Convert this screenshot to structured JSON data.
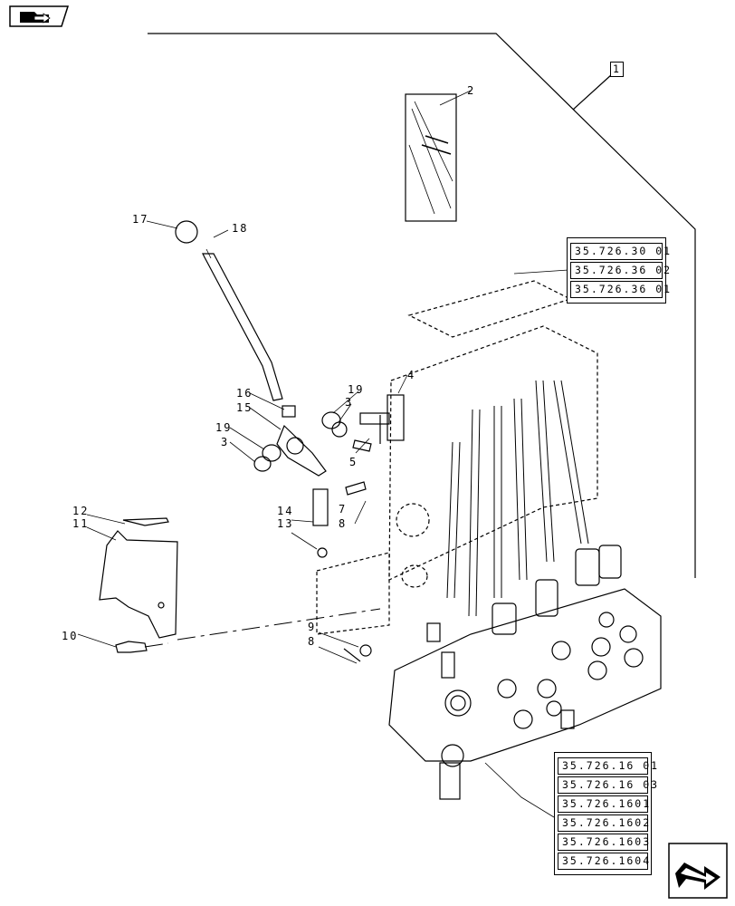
{
  "header": {
    "back_icon": "folder-arrow-icon"
  },
  "assembly_ref": "1",
  "callouts": {
    "c2": "2",
    "c3a": "3",
    "c3b": "3",
    "c4": "4",
    "c5": "5",
    "c7": "7",
    "c8a": "8",
    "c8b": "8",
    "c9": "9",
    "c10": "10",
    "c11": "11",
    "c12": "12",
    "c13": "13",
    "c14": "14",
    "c15": "15",
    "c16": "16",
    "c17": "17",
    "c18": "18",
    "c19a": "19",
    "c19b": "19"
  },
  "ref_group_top": [
    "35.726.30 01",
    "35.726.36 02",
    "35.726.36 01"
  ],
  "ref_group_bottom": [
    "35.726.16 01",
    "35.726.16 03",
    "35.726.1601",
    "35.726.1602",
    "35.726.1603",
    "35.726.1604"
  ],
  "footer": {
    "next_icon": "next-page-arrow-icon"
  }
}
